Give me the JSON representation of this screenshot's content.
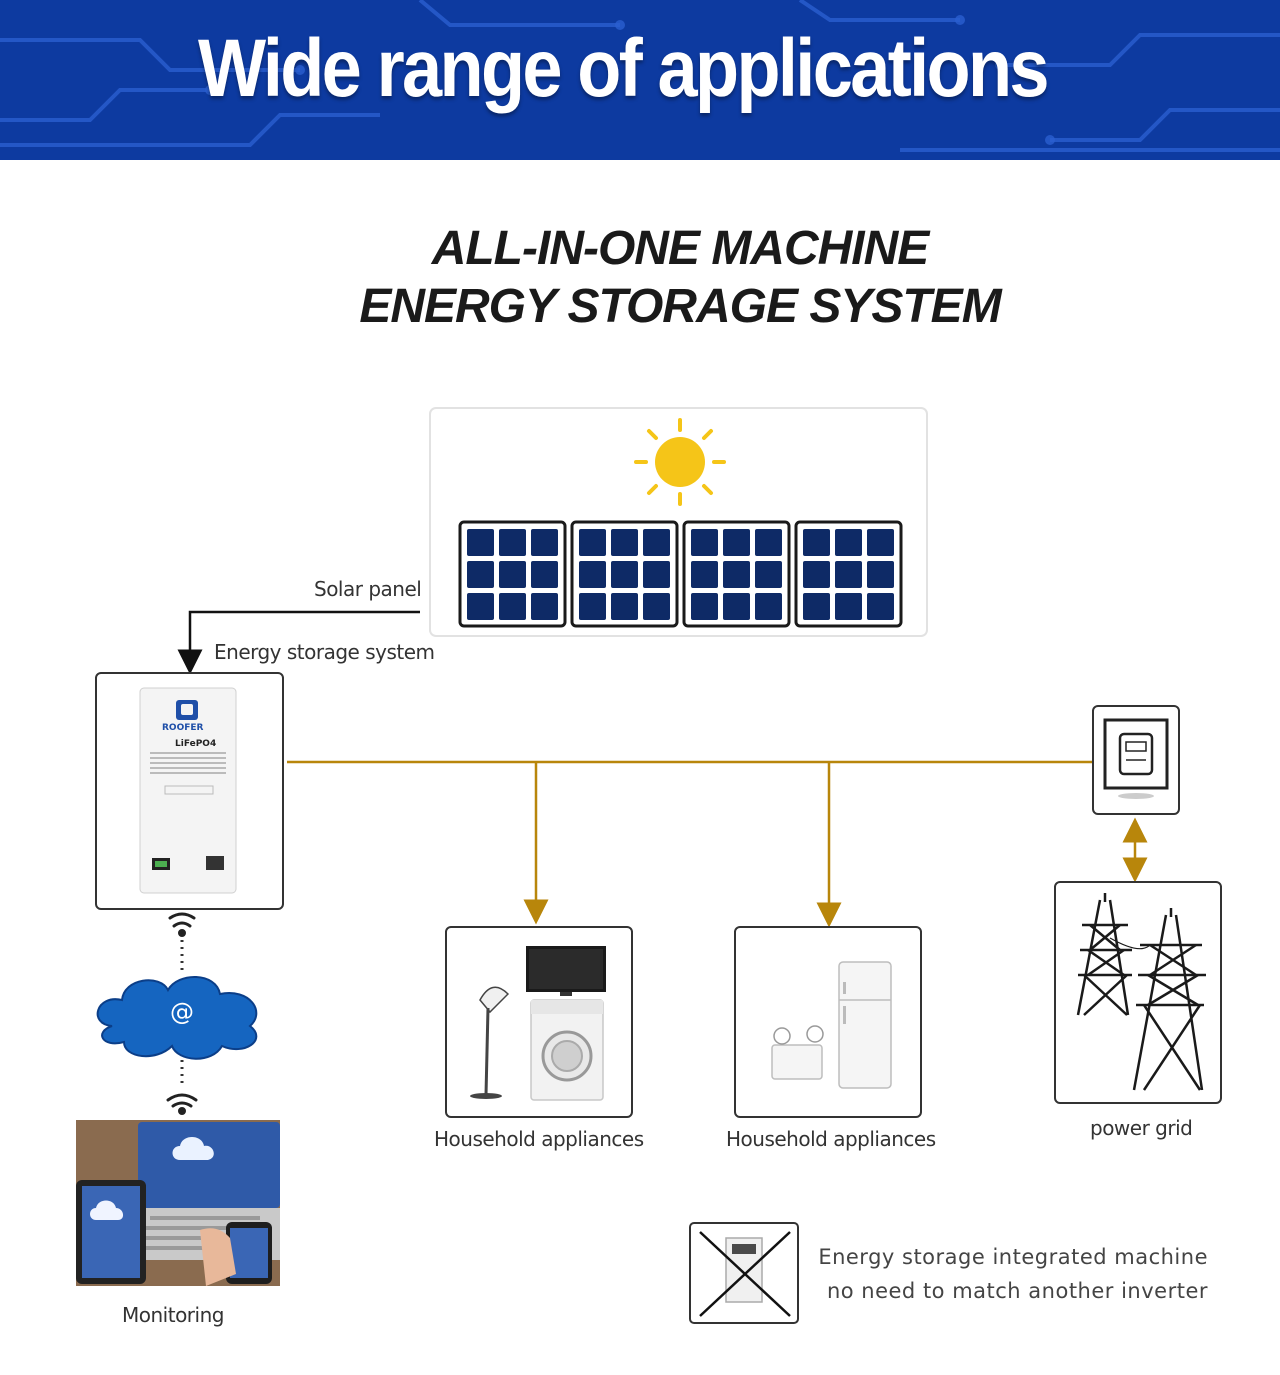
{
  "banner": {
    "title": "Wide range of applications"
  },
  "heading": {
    "line1": "ALL-IN-ONE MACHINE",
    "line2": "ENERGY STORAGE SYSTEM"
  },
  "labels": {
    "solar_panel": "Solar panel",
    "energy_storage_system": "Energy storage system",
    "household_appliances_1": "Household appliances",
    "household_appliances_2": "Household appliances",
    "power_grid": "power grid",
    "monitoring": "Monitoring"
  },
  "device": {
    "brand": "ROOFER",
    "chemistry": "LiFePO4"
  },
  "cloud": {
    "symbol": "@"
  },
  "note": {
    "line1": "Energy storage integrated machine",
    "line2": "no need to match another inverter"
  },
  "colors": {
    "banner_blue": "#0d3aa0",
    "connector_gold": "#b8860b",
    "panel_navy": "#0e2a66",
    "sun_yellow": "#f5c518",
    "cloud_blue": "#1565c0"
  }
}
